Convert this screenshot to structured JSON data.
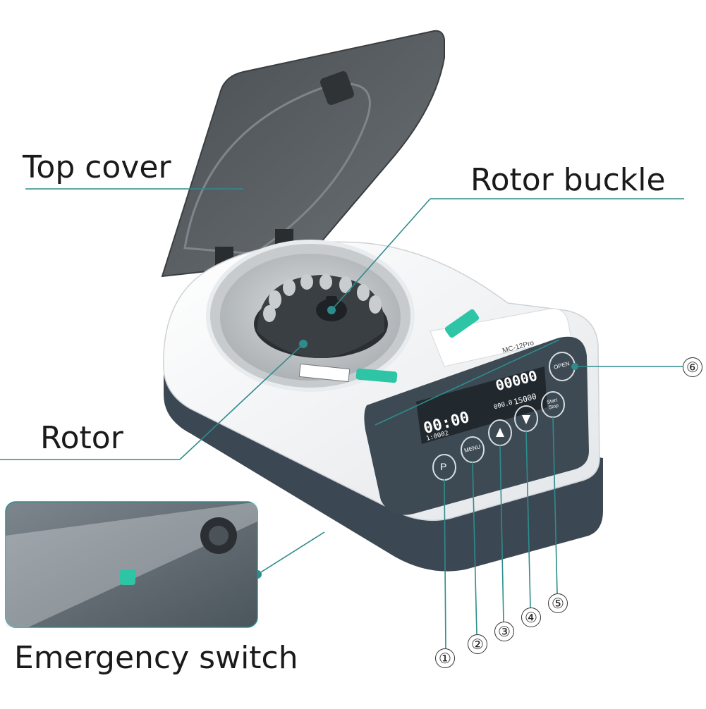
{
  "labels": {
    "top_cover": "Top cover",
    "rotor_buckle": "Rotor buckle",
    "rotor": "Rotor",
    "emergency_switch": "Emergency switch"
  },
  "device": {
    "model": "MC-12Pro",
    "open_button": "OPEN",
    "start_stop_button": "Start Stop",
    "menu_button": "MENU",
    "p_button": "P",
    "display_time": "00:00",
    "display_rpm": "00000",
    "display_sub_left": "1:0002",
    "display_sub_mid": "000.0",
    "display_sub_right": "15000"
  },
  "callouts": [
    "①",
    "②",
    "③",
    "④",
    "⑤",
    "⑥"
  ],
  "colors": {
    "leader_line": "#2e8c8c",
    "panel": "#3d4a54",
    "body_white": "#f4f5f6",
    "base_dark": "#3b4752",
    "lid": "#5a5f63",
    "accent_teal": "#2ec4a6"
  }
}
